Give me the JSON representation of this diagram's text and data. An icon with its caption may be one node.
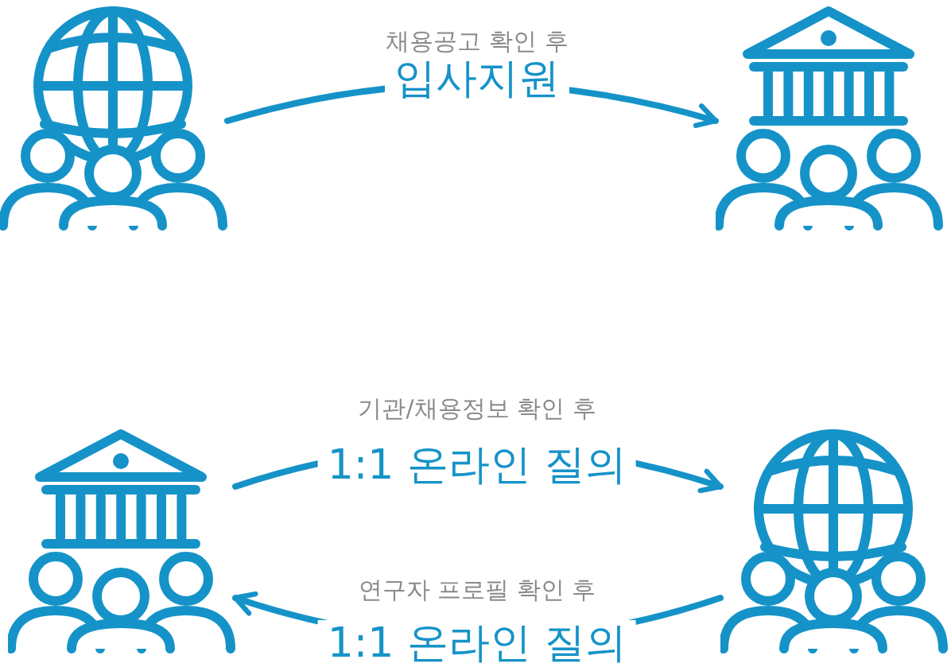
{
  "diagram": {
    "nodes": [
      {
        "text": [],
        "shape": "picture"
      },
      {
        "text": [],
        "shape": "picture"
      },
      {
        "text": [],
        "shape": "picture"
      },
      {
        "text": [],
        "shape": "picture"
      }
    ],
    "edges": [
      {
        "from": 0,
        "to": 1,
        "arrow": "to",
        "label": "입사지원"
      },
      {
        "from": 2,
        "to": 3,
        "arrow": "to",
        "label": "1:1 온라인 질의"
      },
      {
        "from": 3,
        "to": 2,
        "arrow": "to",
        "label": "1:1 온라인 질의"
      }
    ],
    "labels": [
      "채용공고 확인 후",
      "기관/채용정보 확인 후",
      "연구자 프로필 확인 후"
    ]
  }
}
